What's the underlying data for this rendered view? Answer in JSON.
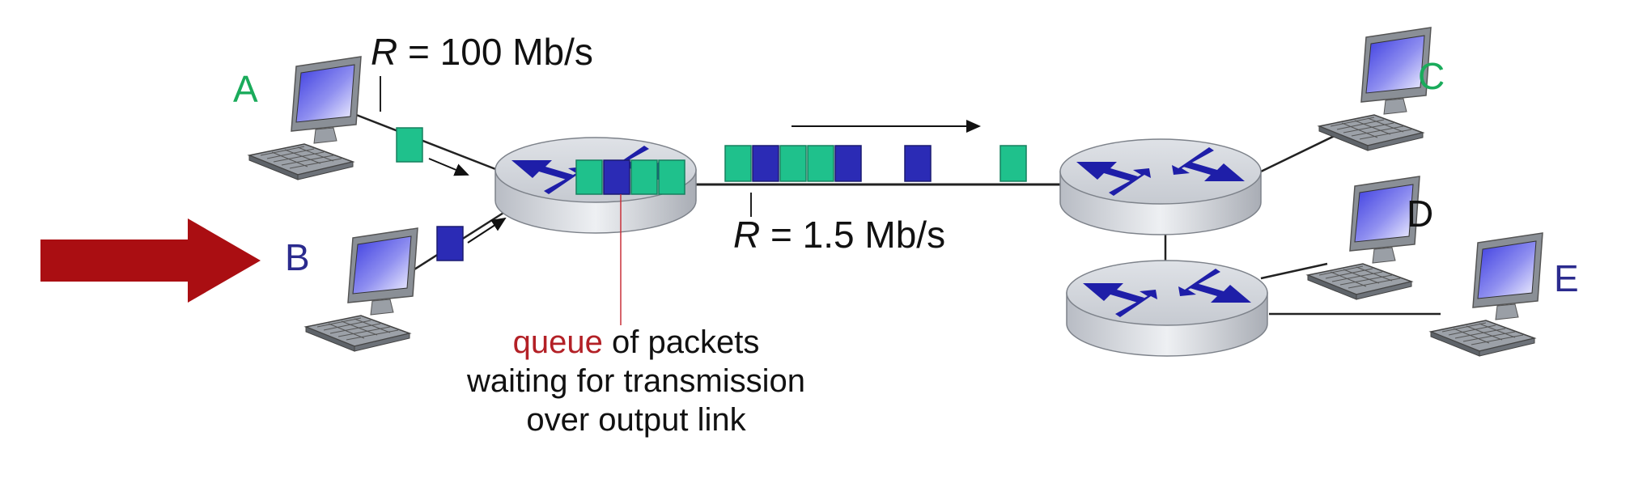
{
  "hosts": {
    "a": {
      "label": "A",
      "color": "#1aab5b"
    },
    "b": {
      "label": "B",
      "color": "#2b2b8e"
    },
    "c": {
      "label": "C",
      "color": "#1aab5b"
    },
    "d": {
      "label": "D",
      "color": "#111111"
    },
    "e": {
      "label": "E",
      "color": "#2b2b8e"
    }
  },
  "links": {
    "input_rate": {
      "var": "R",
      "text": " = 100 Mb/s"
    },
    "output_rate": {
      "var": "R",
      "text": " = 1.5 Mb/s"
    }
  },
  "queue_caption": {
    "highlight": "queue",
    "line1_rest": " of packets",
    "line2": "waiting for transmission",
    "line3": "over output link",
    "highlight_color": "#b32026"
  },
  "colors": {
    "packet_green": "#1fc18c",
    "packet_blue": "#2b2bb5",
    "arrow_red": "#aa0e12",
    "router_cross": "#1e1ea8"
  },
  "queued_packets": [
    "green",
    "blue",
    "green",
    "green"
  ],
  "link_packets": [
    "green",
    "blue",
    "green",
    "green",
    "blue",
    "blue",
    "green"
  ]
}
